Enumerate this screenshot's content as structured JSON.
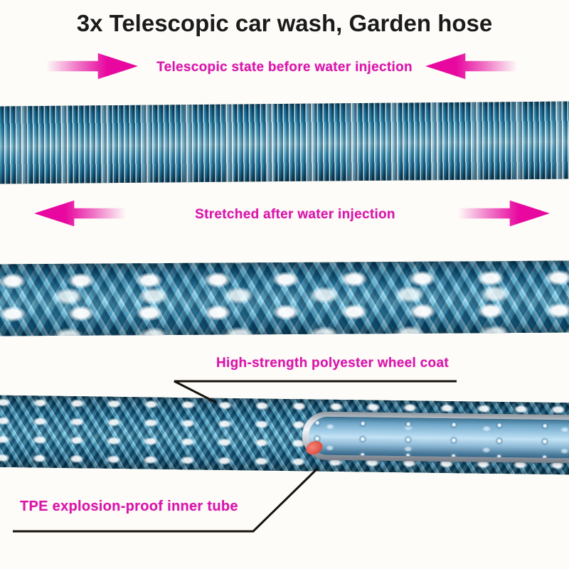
{
  "title": "3x Telescopic car wash, Garden hose",
  "colors": {
    "accent_magenta": "#e8079f",
    "label_magenta": "#d916ac",
    "callout_line_black": "#18120c",
    "hose_blue_dark": "#0a3e5c",
    "hose_blue_light": "#93cfe4",
    "inner_tube_blue": "#a6d0e9",
    "collar_grey": "#dfe3e8",
    "red_accent": "#dd4f40"
  },
  "annotations": {
    "row1": {
      "label": "Telescopic state before water injection"
    },
    "row2": {
      "label": "Stretched after water injection"
    },
    "callout_wheel_coat": {
      "label": "High-strength polyester wheel coat"
    },
    "callout_inner_tube": {
      "label": "TPE explosion-proof inner tube"
    }
  },
  "hoses": [
    {
      "name": "hose-compressed"
    },
    {
      "name": "hose-stretched"
    },
    {
      "name": "hose-cutaway"
    }
  ]
}
